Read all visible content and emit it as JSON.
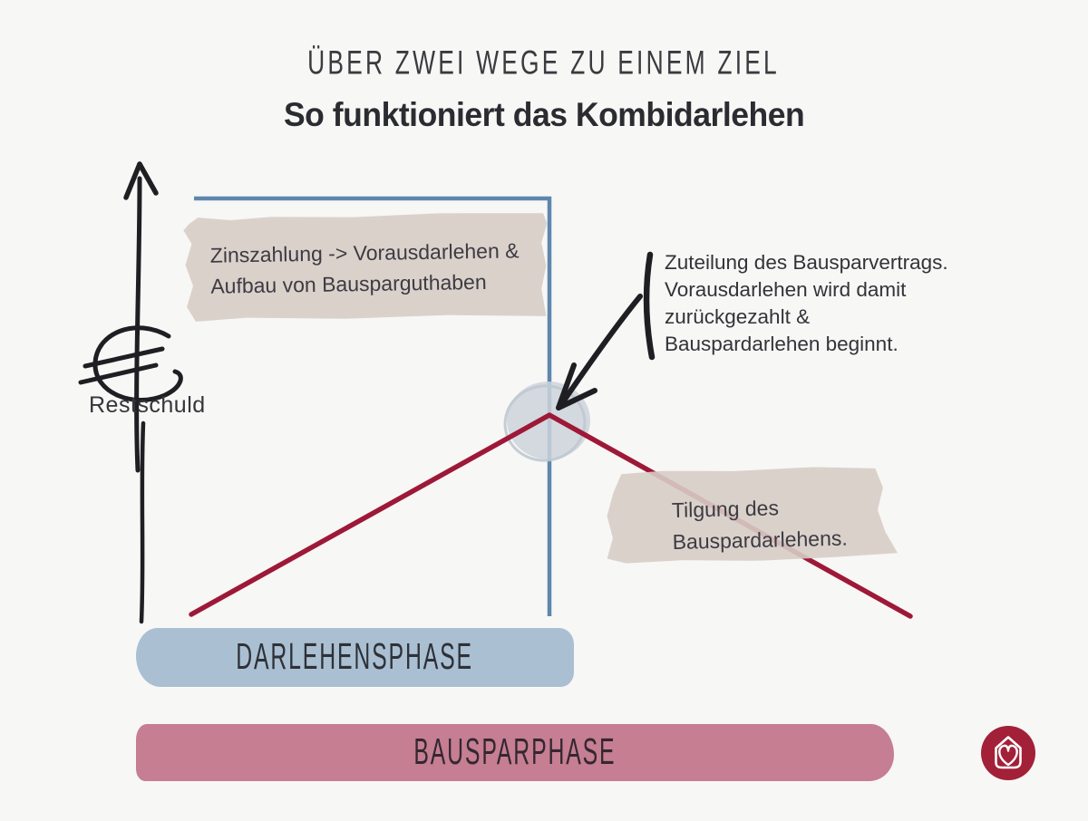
{
  "header": {
    "eyebrow": "ÜBER ZWEI WEGE ZU EINEM ZIEL",
    "title": "So funktioniert das Kombidarlehen"
  },
  "axis": {
    "label": "Restschuld"
  },
  "annotations": {
    "interest_tape": "Zinszahlung -> Vorausdarlehen &\nAufbau von Bausparguthaben",
    "allocation": "Zuteilung des Bausparvertrags.\nVorausdarlehen wird damit\nzurückgezahlt &\nBauspardarlehen beginnt.",
    "repayment_tape": "Tilgung des\nBauspardarlehens."
  },
  "phases": {
    "loan_phase": "DARLEHENSPHASE",
    "building_society_phase": "BAUSPARPHASE"
  },
  "icons": {
    "up_arrow": "up-arrow-icon",
    "euro": "euro-symbol-icon",
    "allocation_arrow": "down-left-arrow-icon",
    "logo": "house-heart-icon"
  },
  "colors": {
    "background": "#f7f7f5",
    "ink": "#1e1e23",
    "loan_frame_blue": "#5f87ac",
    "repayment_red": "#9e1838",
    "highlight_circle": "#ccd3da",
    "tape_beige": "#d7ccc6",
    "banner_blue": "#aabfd2",
    "banner_pink": "#c57e92",
    "logo_red": "#a32039"
  }
}
